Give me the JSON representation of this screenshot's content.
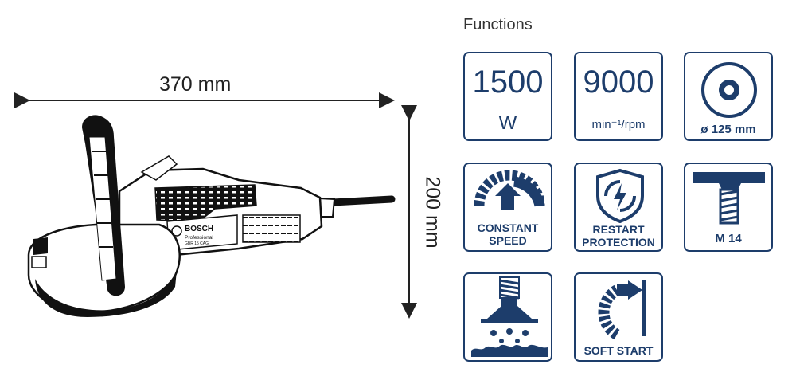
{
  "dimensions": {
    "width_label": "370 mm",
    "height_label": "200 mm"
  },
  "tool": {
    "brand": "BOSCH",
    "line": "Professional",
    "model": "GBR 15 CAG"
  },
  "functions": {
    "title": "Functions",
    "power": {
      "value": "1500",
      "unit": "W"
    },
    "speed": {
      "value": "9000",
      "unit": "min⁻¹/rpm"
    },
    "disc": {
      "label": "ø 125 mm"
    },
    "constant_speed": {
      "line1": "CONSTANT",
      "line2": "SPEED"
    },
    "restart_protection": {
      "line1": "RESTART",
      "line2": "PROTECTION"
    },
    "spindle": {
      "label": "M 14"
    },
    "soft_start": {
      "label": "SOFT START"
    }
  },
  "colors": {
    "accent": "#1d3d6b",
    "line": "#222222"
  },
  "icons": {
    "dust_extraction": "dust-extraction-icon",
    "constant_speed": "speedometer-arrow-icon",
    "restart_protection": "shield-lightning-icon",
    "disc": "disc-icon",
    "spindle": "spindle-thread-icon",
    "soft_start": "soft-start-arc-icon"
  }
}
